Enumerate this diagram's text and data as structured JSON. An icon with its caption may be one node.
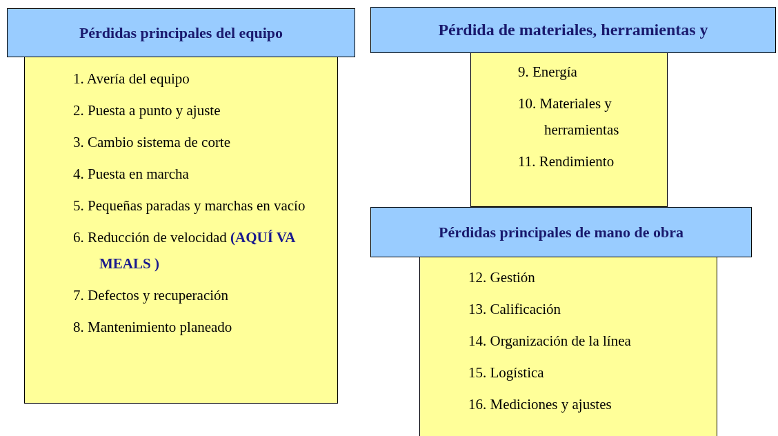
{
  "diagram": {
    "nodes": [
      {
        "text": [
          "Pérdidas principales del equipo"
        ]
      },
      {
        "text": [
          "1. Avería del equipo",
          "2. Puesta a punto y ajuste",
          "3. Cambio sistema de corte",
          "4. Puesta en marcha",
          "5. Pequeñas paradas y marchas en vacío",
          "6. Reducción de velocidad **(AQUÍ VA MEALS )**",
          "7. Defectos y recuperación",
          "8. Mantenimiento planeado"
        ]
      },
      {
        "text": [
          "Pérdida de materiales, herramientas y"
        ]
      },
      {
        "text": [
          "9. Energía",
          "10. Materiales y herramientas",
          "11. Rendimiento"
        ]
      },
      {
        "text": [
          "Pérdidas principales de mano de obra"
        ]
      },
      {
        "text": [
          "12. Gestión",
          "13. Calificación",
          "14. Organización de la línea",
          "15. Logística",
          "16. Mediciones y ajustes"
        ]
      }
    ],
    "edges": []
  }
}
